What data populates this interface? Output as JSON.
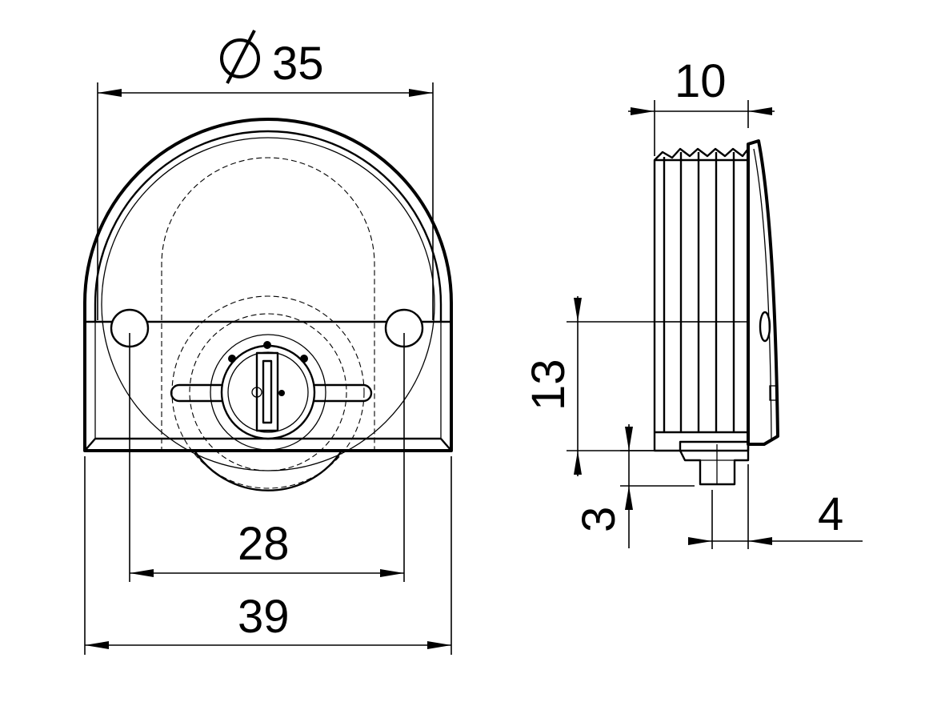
{
  "dimensions": {
    "diameter_symbol": "⌀",
    "diameter_value": "35",
    "hole_spacing": "28",
    "overall_width": "39",
    "depth": "10",
    "height": "13",
    "step": "3",
    "offset": "4"
  }
}
